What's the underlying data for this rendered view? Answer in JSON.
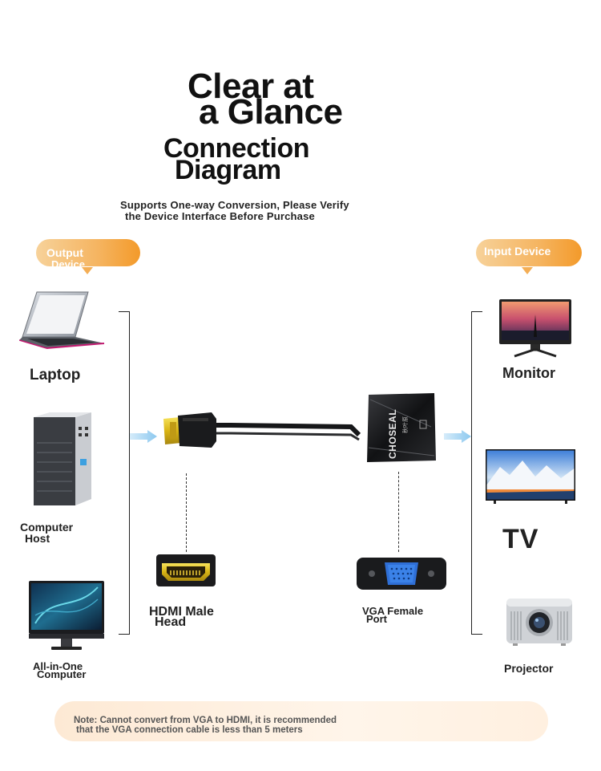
{
  "title": {
    "line1": "Clear at",
    "line2": "a Glance",
    "line3": "Connection",
    "line4": "Diagram"
  },
  "subtitle": {
    "line1": "Supports One-way Conversion, Please Verify",
    "line2": "the Device Interface Before Purchase"
  },
  "output_badge": {
    "line1": "Output",
    "line2": "Device"
  },
  "input_badge": {
    "label": "Input Device"
  },
  "output_devices": [
    {
      "label": "Laptop"
    },
    {
      "line1": "Computer",
      "line2": "Host"
    },
    {
      "line1": "All-in-One",
      "line2": "Computer"
    }
  ],
  "input_devices": [
    {
      "label": "Monitor"
    },
    {
      "label": "TV"
    },
    {
      "label": "Projector"
    }
  ],
  "adapter": {
    "brand": "CHOSEAL",
    "brand_cn": "秋叶原"
  },
  "hdmi_label": {
    "line1": "HDMI Male",
    "line2": "Head"
  },
  "vga_label": {
    "line1": "VGA Female",
    "line2": "Port"
  },
  "note": {
    "line1": "Note: Cannot convert from VGA to HDMI, it is recommended",
    "line2": "that the VGA connection cable is less than 5 meters"
  },
  "colors": {
    "badge_orange": "#f39a2a",
    "arrow_blue": "#9fd2f2",
    "hdmi_gold": "#e8c51c",
    "vga_blue": "#2f6fd6"
  }
}
